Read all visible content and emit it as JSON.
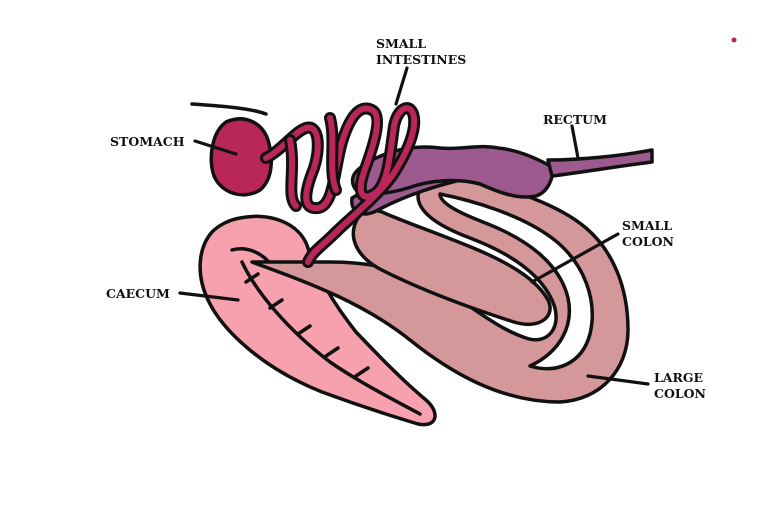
{
  "labels": {
    "small_intestines": [
      "SMALL",
      "INTESTINES"
    ],
    "stomach": "STOMACH",
    "rectum": "RECTUM",
    "small_colon": [
      "SMALL",
      "COLON"
    ],
    "caecum": "CAECUM",
    "large_colon": [
      "LARGE",
      "COLON"
    ]
  },
  "colors": {
    "stomach": "#b8265a",
    "small_intestines": "#b8265a",
    "small_colon": "#9c5a8e",
    "rectum": "#9c5a8e",
    "caecum": "#f7a0ae",
    "large_colon": "#d4979a",
    "outline": "#111111"
  }
}
